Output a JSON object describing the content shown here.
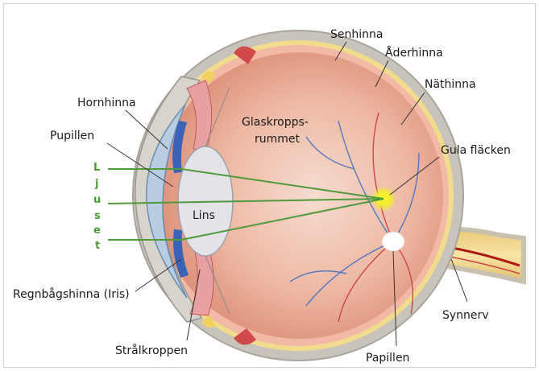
{
  "labels": {
    "senhinna": "Senhinna",
    "aderhinna": "Åderhinna",
    "nathinna": "Näthinna",
    "hornhinna": "Hornhinna",
    "pupillen": "Pupillen",
    "glaskropps_line1": "Glaskropps-",
    "glaskropps_line2": "rummet",
    "gula_flacken": "Gula fläcken",
    "lins": "Lins",
    "regnbagshinna": "Regnbågshinna (Iris)",
    "stralkroppen": "Strålkroppen",
    "papillen": "Papillen",
    "synnerv": "Synnerv"
  },
  "light_letters": [
    "L",
    "j",
    "u",
    "s",
    "e",
    "t"
  ],
  "colors": {
    "frame": "#d0d0d0",
    "sclera": "#c8c4bc",
    "choroid": "#f0dc8c",
    "retina": "#f2b9a6",
    "vitreous": "#e8a893",
    "lens": "#e4e4e8",
    "iris": "#3a63b8",
    "light_ray": "#4f9a3a",
    "fovea": "#f6ee2a",
    "optic_nerve": "#f3da88",
    "vessel": "#b01818",
    "label_line": "#333333"
  }
}
